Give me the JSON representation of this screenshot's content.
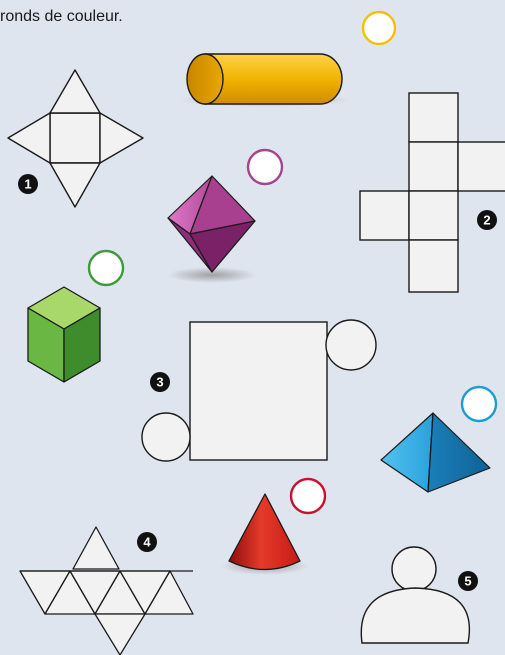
{
  "instruction": "ronds de couleur.",
  "figures": [
    {
      "number": "1",
      "kind": "net",
      "shape": "square-pyramid-net"
    },
    {
      "number": "2",
      "kind": "net",
      "shape": "cube-net"
    },
    {
      "number": "3",
      "kind": "net",
      "shape": "cylinder-net"
    },
    {
      "number": "4",
      "kind": "net",
      "shape": "octahedron-net"
    },
    {
      "number": "5",
      "kind": "net",
      "shape": "cone-net"
    }
  ],
  "solids": [
    {
      "shape": "cylinder",
      "ring_color": "#f2c200"
    },
    {
      "shape": "octahedron",
      "ring_color": "#a4448f"
    },
    {
      "shape": "cube",
      "ring_color": "#3e9a3a"
    },
    {
      "shape": "square-pyramid",
      "ring_color": "#1e9bd0"
    },
    {
      "shape": "cone",
      "ring_color": "#c8102e"
    }
  ]
}
